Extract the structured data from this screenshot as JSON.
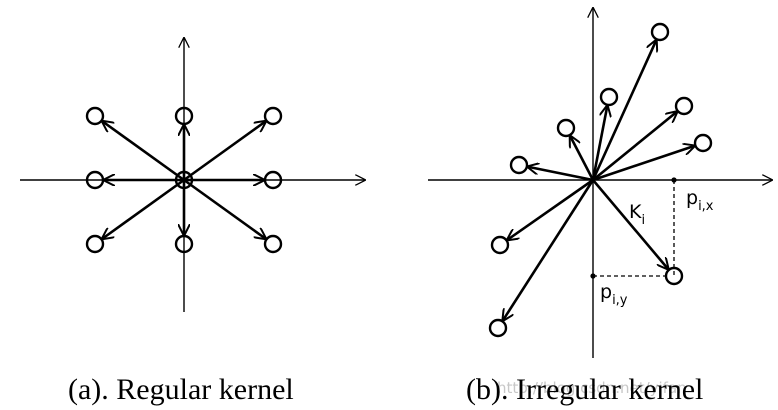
{
  "panels": [
    {
      "id": "regular",
      "caption": "(a). Regular kernel",
      "arrows": [
        [
          -1,
          -1
        ],
        [
          0,
          -1
        ],
        [
          1,
          -1
        ],
        [
          -1,
          0
        ],
        [
          1,
          0
        ],
        [
          -1,
          1
        ],
        [
          0,
          1
        ],
        [
          1,
          1
        ]
      ]
    },
    {
      "id": "irregular",
      "caption": "(b). Irregular kernel",
      "annotation": {
        "k_main": "K",
        "k_sub": "i",
        "px_main": "p",
        "px_sub": "i,x",
        "py_main": "p",
        "py_sub": "i,y"
      }
    }
  ],
  "watermark": "http://blog.csdn.net/yifan"
}
